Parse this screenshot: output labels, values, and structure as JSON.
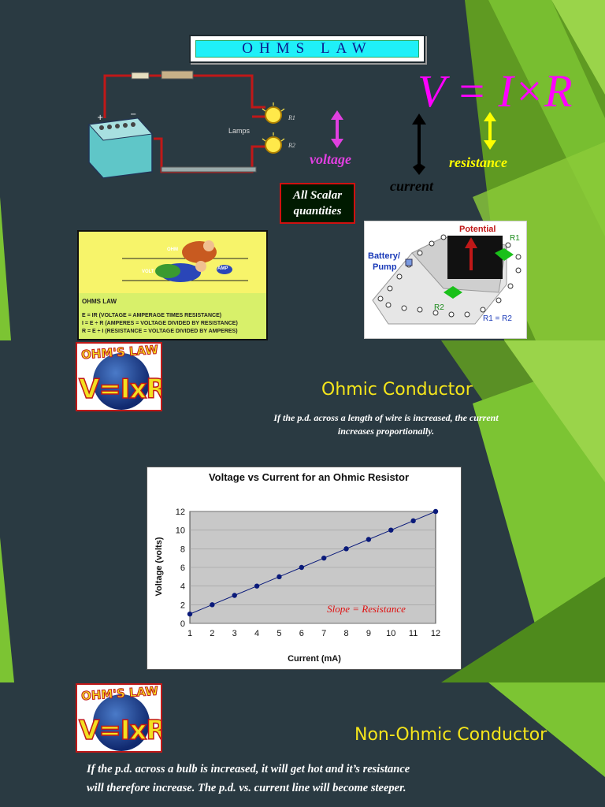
{
  "slide1": {
    "title": "OHMS LAW",
    "formula": "V = I×R",
    "labels": {
      "voltage": "voltage",
      "current": "current",
      "resistance": "resistance"
    },
    "scalar_note": [
      "All Scalar",
      "quantities"
    ],
    "circuit": {
      "lamps_label": "Lamps",
      "r1": "R1",
      "r2": "R2"
    },
    "cartoon": {
      "ohm_tag": "OHM",
      "volt_tag": "VOLT",
      "amp_tag": "AMP",
      "law_title": "OHMS LAW",
      "lines": [
        "E = IR (VOLTAGE = AMPERAGE TIMES RESISTANCE)",
        "I = E ÷ R (AMPERES = VOLTAGE DIVIDED BY RESISTANCE)",
        "R = E ÷ I (RESISTANCE = VOLTAGE DIVIDED BY AMPERES)"
      ]
    },
    "diagram": {
      "potential": "Potential",
      "battery": "Battery/",
      "pump": "Pump",
      "r1": "R1",
      "r2": "R2",
      "req": "R1 = R2"
    },
    "colors": {
      "formula": "#ff00ff",
      "voltage": "#e040e0",
      "resistance": "#ffff00",
      "current": "#000000"
    }
  },
  "slide2": {
    "logo_top": "OHM'S LAW",
    "logo_eq": "V=IxR",
    "heading": "Ohmic Conductor",
    "description": [
      "If the p.d. across a length of wire is increased, the current",
      "increases proportionally."
    ]
  },
  "chart_data": {
    "type": "line",
    "title": "Voltage vs Current for an Ohmic Resistor",
    "xlabel": "Current (mA)",
    "ylabel": "Voltage (volts)",
    "x": [
      1,
      2,
      3,
      4,
      5,
      6,
      7,
      8,
      9,
      10,
      11,
      12
    ],
    "y": [
      1,
      2,
      3,
      4,
      5,
      6,
      7,
      8,
      9,
      10,
      11,
      12
    ],
    "xlim": [
      1,
      12
    ],
    "ylim": [
      0,
      12
    ],
    "xticks": [
      "1",
      "2",
      "3",
      "4",
      "5",
      "6",
      "7",
      "8",
      "9",
      "10",
      "11",
      "12"
    ],
    "yticks": [
      "0",
      "2",
      "4",
      "6",
      "8",
      "10",
      "12"
    ],
    "annotation": "Slope = Resistance",
    "grid": true,
    "series_color": "#0a1a7a"
  },
  "slide3": {
    "logo_top": "OHM'S LAW",
    "logo_eq": "V=IxR",
    "heading": "Non-Ohmic Conductor",
    "description": [
      "If the p.d. across a bulb is increased, it will get hot and it’s resistance",
      "will therefore increase. The p.d. vs. current line will become steeper."
    ]
  }
}
